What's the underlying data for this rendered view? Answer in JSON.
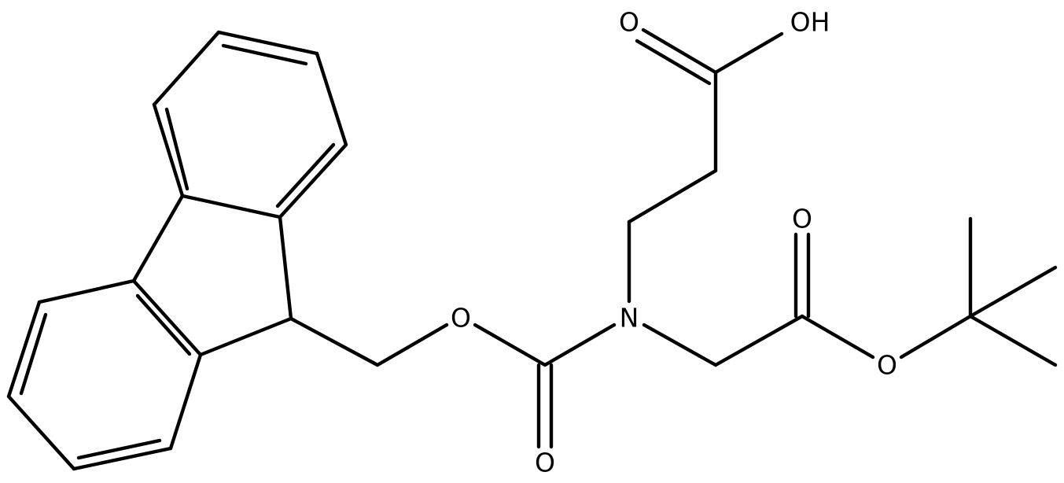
{
  "molecule": {
    "atom_labels": {
      "carbonyl_o_acid": "O",
      "hydroxyl": "OH",
      "ester_o_fmoc": "O",
      "nitrogen": "N",
      "carbamate_carbonyl_o": "O",
      "ester_carbonyl_o": "O",
      "ester_o_tbu": "O"
    },
    "bond_color": "#000000",
    "background_color": "#ffffff"
  }
}
